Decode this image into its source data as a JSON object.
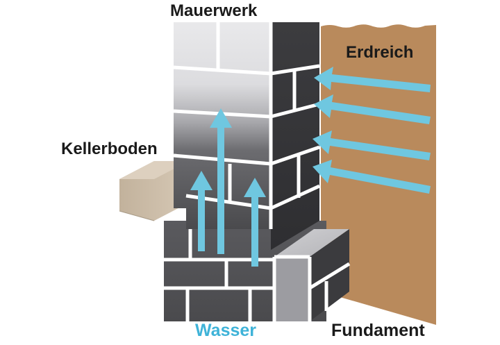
{
  "labels": {
    "mauerwerk": "Mauerwerk",
    "erdreich": "Erdreich",
    "kellerboden": "Kellerboden",
    "wasser": "Wasser",
    "fundament": "Fundament"
  },
  "colors": {
    "soil": "#b98a5c",
    "floor_slab": "#c9b9a4",
    "water_arrow": "#6fc7e0",
    "water_label": "#3fb3d8",
    "mortar": "#ffffff",
    "brick_light": "#e6e6e8",
    "brick_dark": "#3a3a3d"
  },
  "icons": {
    "arrow": "water-flow-arrow-icon"
  }
}
